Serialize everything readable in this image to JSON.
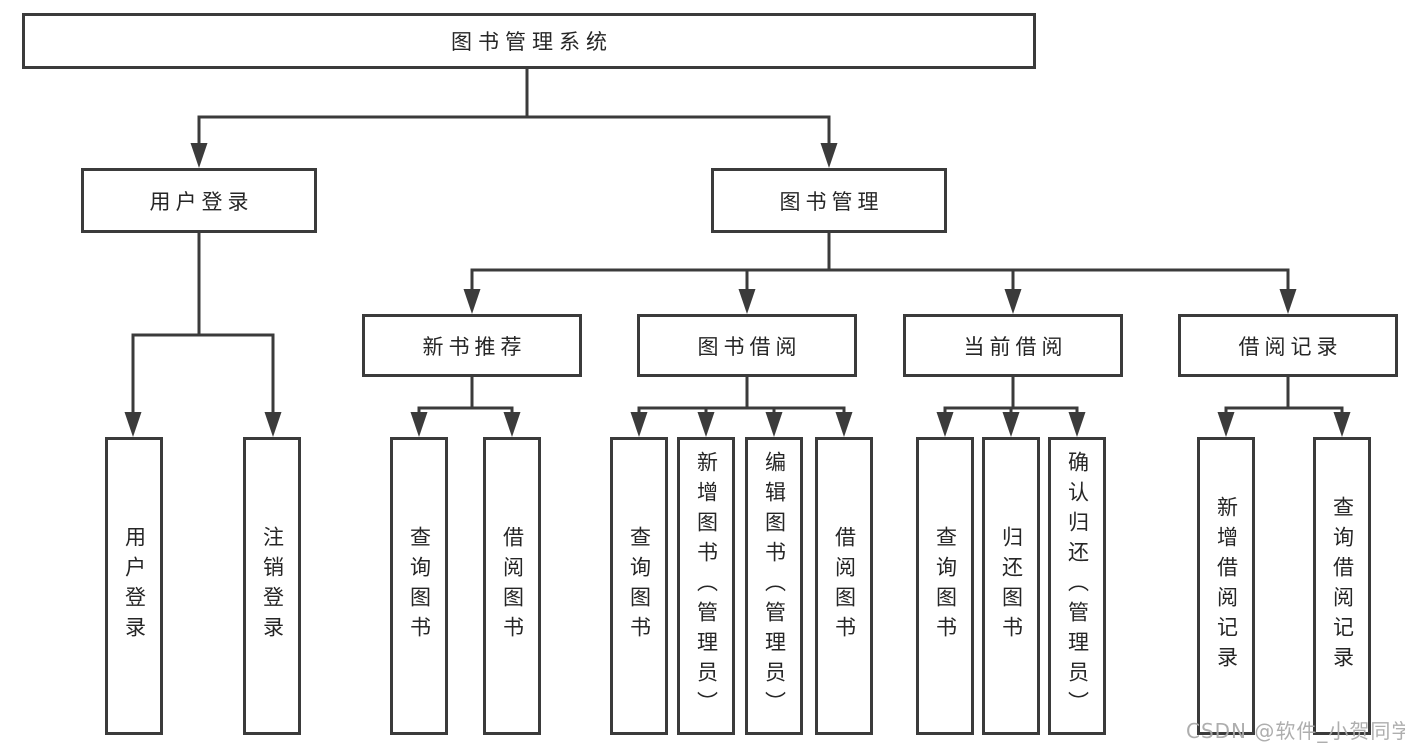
{
  "diagram": {
    "root": {
      "label": "图书管理系统",
      "children": [
        {
          "label": "用户登录",
          "children": [
            {
              "label": "用户登录"
            },
            {
              "label": "注销登录"
            }
          ]
        },
        {
          "label": "图书管理",
          "children": [
            {
              "label": "新书推荐",
              "children": [
                {
                  "label": "查询图书"
                },
                {
                  "label": "借阅图书"
                }
              ]
            },
            {
              "label": "图书借阅",
              "children": [
                {
                  "label": "查询图书"
                },
                {
                  "label": "新增图书（管理员）"
                },
                {
                  "label": "编辑图书（管理员）"
                },
                {
                  "label": "借阅图书"
                }
              ]
            },
            {
              "label": "当前借阅",
              "children": [
                {
                  "label": "查询图书"
                },
                {
                  "label": "归还图书"
                },
                {
                  "label": "确认归还（管理员）"
                }
              ]
            },
            {
              "label": "借阅记录",
              "children": [
                {
                  "label": "新增借阅记录"
                },
                {
                  "label": "查询借阅记录"
                }
              ]
            }
          ]
        }
      ]
    }
  },
  "watermark": {
    "text": "CSDN @软件_小贺同学"
  },
  "colors": {
    "line": "#3b3b3b",
    "text": "#262626",
    "background": "#ffffff",
    "watermark": "#aaaaaa"
  }
}
